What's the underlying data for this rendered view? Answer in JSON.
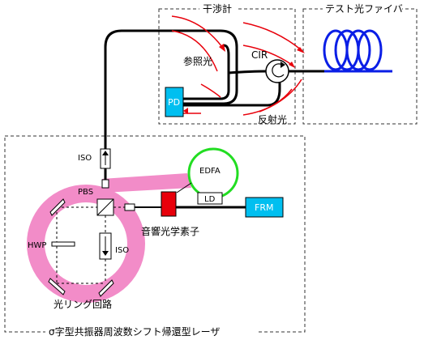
{
  "sections": {
    "interferometer_title": "干渉計",
    "test_fiber_title": "テスト光ファイバ",
    "laser_title": "σ字型共振器周波数シフト帰還型レーザ"
  },
  "labels": {
    "reference_light": "参照光",
    "circulator": "CIR",
    "reflected_light": "反射光",
    "photodetector": "PD",
    "isolator_top": "ISO",
    "edfa": "EDFA",
    "pbs": "PBS",
    "ld": "LD",
    "frm": "FRM",
    "acousto_optic": "音響光学素子",
    "hwp": "HWP",
    "isolator_loop": "ISO",
    "optical_ring": "光リング回路"
  },
  "colors": {
    "fiber": "#000000",
    "arrow_red": "#e8000b",
    "fiber_coil": "#0a1ee6",
    "pd_fill": "#00bff0",
    "frm_fill": "#00bff0",
    "aom_fill": "#e8000b",
    "edfa_circle": "#22dd22",
    "ring_fill": "#f28cc8",
    "box_border": "#333333"
  }
}
